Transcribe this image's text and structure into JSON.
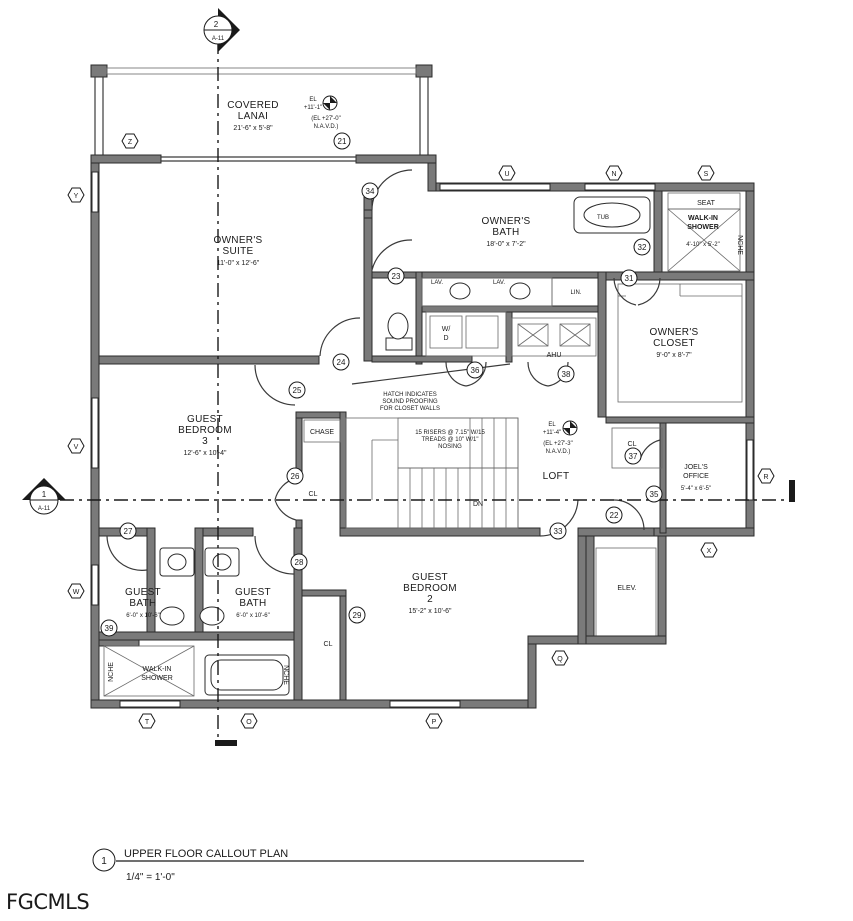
{
  "rooms": {
    "covered_lanai": {
      "line1": "COVERED",
      "line2": "LANAI",
      "dim": "21'-6\" x 5'-8\""
    },
    "owners_suite": {
      "line1": "OWNER'S",
      "line2": "SUITE",
      "dim": "11'-0\" x 12'-6\""
    },
    "owners_bath": {
      "line1": "OWNER'S",
      "line2": "BATH",
      "dim": "18'-0\" x 7'-2\""
    },
    "owners_closet": {
      "line1": "OWNER'S",
      "line2": "CLOSET",
      "dim": "9'-0\" x 8'-7\""
    },
    "guest_bedroom_3": {
      "line1": "GUEST",
      "line2": "BEDROOM",
      "line3": "3",
      "dim": "12'-6\" x 10'-4\""
    },
    "guest_bedroom_2": {
      "line1": "GUEST",
      "line2": "BEDROOM",
      "line3": "2",
      "dim": "15'-2\" x 10'-6\""
    },
    "guest_bath_a": {
      "line1": "GUEST",
      "line2": "BATH",
      "dim": "6'-0\" x 10'-6\""
    },
    "guest_bath_b": {
      "line1": "GUEST",
      "line2": "BATH",
      "dim": "6'-0\" x 10'-6\""
    },
    "loft": {
      "label": "LOFT"
    },
    "joels_office": {
      "line1": "JOEL'S",
      "line2": "OFFICE",
      "dim": "5'-4\" x 6'-5\""
    },
    "walk_in_shower_master": {
      "line1": "WALK-IN",
      "line2": "SHOWER",
      "dim": "4'-10\" x 5'-2\""
    },
    "walk_in_shower_guest": {
      "line1": "WALK-IN",
      "line2": "SHOWER"
    },
    "elevator": {
      "label": "ELEV."
    }
  },
  "fixtures": {
    "tub": "TUB",
    "seat": "SEAT",
    "niche": "NCHE",
    "lav": "LAV.",
    "lin": "LIN.",
    "wd_top": "W/",
    "wd_bottom": "D",
    "ahu": "AHU",
    "chase": "CHASE",
    "closet": "CL",
    "down": "DN"
  },
  "notes": {
    "elevation_upper": {
      "line1": "EL",
      "line2": "+11'-1\"",
      "line3": "(EL +27'-0\"",
      "line4": "N.A.V.D.)"
    },
    "elevation_loft": {
      "line1": "EL",
      "line2": "+11'-4\"",
      "line3": "(EL +27'-3\"",
      "line4": "N.A.V.D.)"
    },
    "hatch": {
      "line1": "HATCH INDICATES",
      "line2": "SOUND PROOFING",
      "line3": "FOR CLOSET WALLS"
    },
    "stairs": {
      "line1": "15 RISERS @ 7.15\" W/15",
      "line2": "TREADS @ 10\" W/1\"",
      "line3": "NOSING"
    }
  },
  "section_markers": {
    "top": {
      "number": "2",
      "sheet": "A-11"
    },
    "left": {
      "number": "1",
      "sheet": "A-11"
    }
  },
  "door_tags": [
    "21",
    "22",
    "23",
    "24",
    "25",
    "26",
    "27",
    "28",
    "29",
    "31",
    "32",
    "33",
    "34",
    "35",
    "36",
    "37",
    "38",
    "39"
  ],
  "grid_tags": [
    "Z",
    "Y",
    "V",
    "W",
    "U",
    "N",
    "S",
    "R",
    "X",
    "Q",
    "T",
    "O",
    "P"
  ],
  "title_block": {
    "number": "1",
    "title": "UPPER FLOOR CALLOUT PLAN",
    "scale": "1/4\" = 1'-0\""
  },
  "watermark": "FGCMLS"
}
